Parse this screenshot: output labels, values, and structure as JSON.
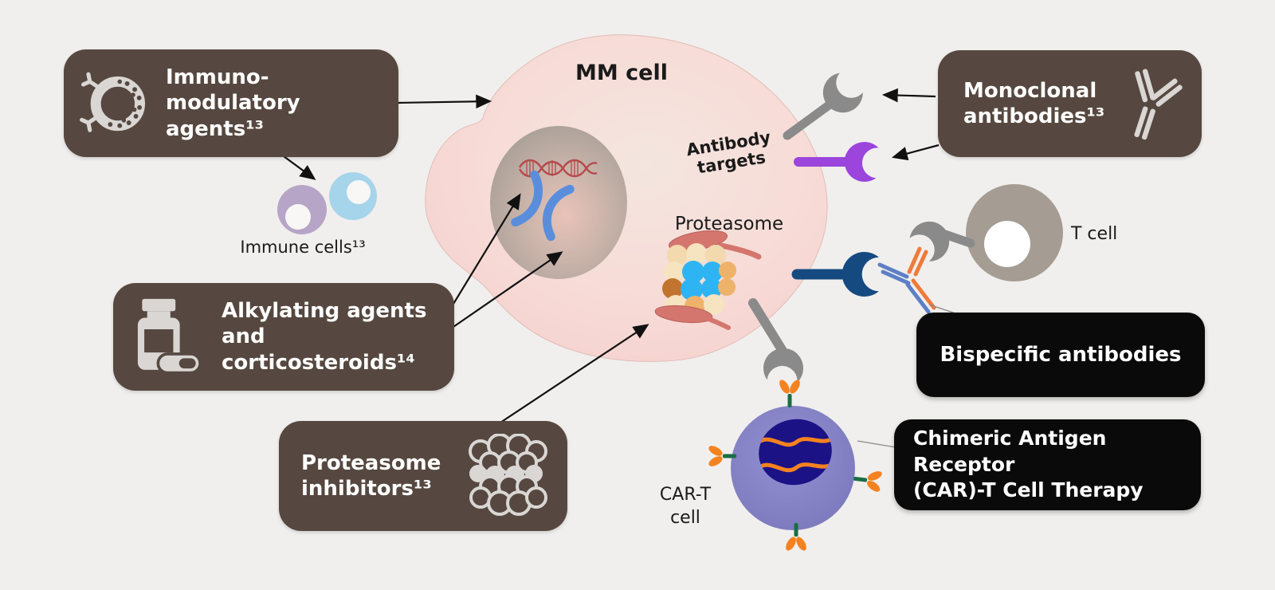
{
  "labels": {
    "mm_cell": "MM cell",
    "antibody_targets": {
      "line1": "Antibody",
      "line2": "targets"
    },
    "proteasome": "Proteasome",
    "immune_cells": "Immune cells¹³",
    "t_cell": "T cell",
    "car_t_cell": {
      "line1": "CAR-T",
      "line2": "cell"
    }
  },
  "therapy_boxes": {
    "immuno_modulatory": {
      "line1": "Immuno-modulatory",
      "line2": "agents¹³",
      "icon": "immune-cell-icon"
    },
    "alkylating": {
      "line1": "Alkylating agents",
      "line2": "and corticosteroids¹⁴",
      "icon": "pill-bottle-icon"
    },
    "proteasome_inhibitors": {
      "line1": "Proteasome",
      "line2": "inhibitors¹³",
      "icon": "proteasome-cluster-icon"
    },
    "monoclonal": {
      "line1": "Monoclonal",
      "line2": "antibodies¹³",
      "icon": "antibody-y-icon"
    },
    "bispecific": {
      "label": "Bispecific antibodies"
    },
    "car_t_therapy": {
      "line1": "Chimeric Antigen Receptor",
      "line2": "(CAR)-T Cell Therapy"
    }
  },
  "colors": {
    "background": "#f0efed",
    "therapy_box": "#564840",
    "advanced_box": "#0a0a0a",
    "box_text": "#ffffff",
    "mm_cell": "#f7d8d4",
    "nucleus": "#b9aea5",
    "dna": "#b5494b",
    "chromosome": "#5a8edc",
    "immune_cell_purple": "#b7a5c7",
    "immune_cell_blue": "#a6d4ea",
    "t_cell": "#a59c93",
    "receptor_gray": "#8a8a8a",
    "receptor_purple": "#9b45dd",
    "receptor_navy": "#154a80",
    "bispecific_orange": "#f0793b",
    "bispecific_blue": "#5d7fc6",
    "car_t_body": "#8584c9",
    "car_t_nucleus": "#1b1286",
    "car_t_receptor": "#f58220",
    "car_t_stem": "#1a6e45",
    "icon_gray": "#d9d6d3",
    "arrow": "#111111"
  }
}
